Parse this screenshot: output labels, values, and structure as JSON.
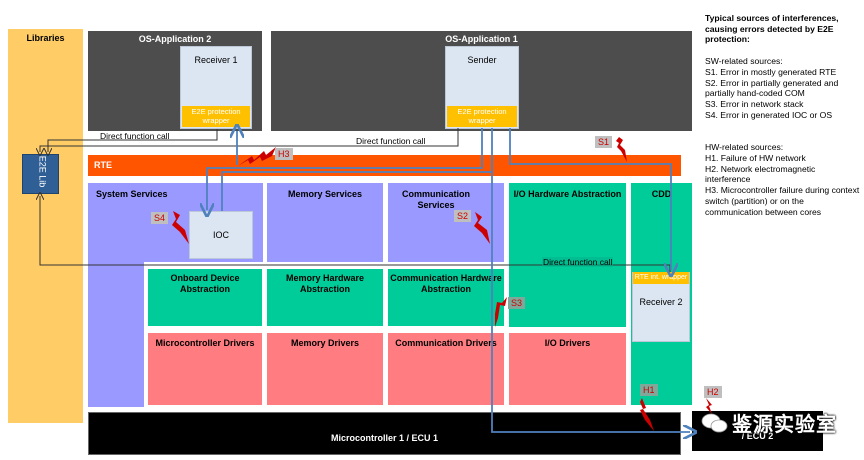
{
  "libraries": {
    "label": "Libraries"
  },
  "e2e_lib": {
    "label": "E2E Lib"
  },
  "os_application_2": {
    "label": "OS-Application 2",
    "receiver": {
      "label": "Receiver 1",
      "wrapper": "E2E protection wrapper"
    }
  },
  "os_application_1": {
    "label": "OS-Application 1",
    "sender": {
      "label": "Sender",
      "wrapper": "E2E protection wrapper"
    }
  },
  "rte": {
    "label": "RTE"
  },
  "services_layer": [
    {
      "label": "System Services"
    },
    {
      "label": "Memory Services"
    },
    {
      "label": "Communication Services"
    }
  ],
  "ioc": {
    "label": "IOC"
  },
  "io_hw_abstraction": {
    "label": "I/O Hardware Abstraction"
  },
  "cdd": {
    "label": "CDD",
    "wrapper": "RTE int. wrapper",
    "receiver": "Receiver 2"
  },
  "abstraction_layer": [
    {
      "label": "Onboard Device Abstraction"
    },
    {
      "label": "Memory Hardware Abstraction"
    },
    {
      "label": "Communication Hardware Abstraction"
    }
  ],
  "drivers_layer": [
    {
      "label": "Microcontroller Drivers"
    },
    {
      "label": "Memory Drivers"
    },
    {
      "label": "Communication Drivers"
    },
    {
      "label": "I/O Drivers"
    }
  ],
  "ecu1": {
    "label": "Microcontroller 1 / ECU 1"
  },
  "ecu2": {
    "label": "/ ECU 2"
  },
  "connections": {
    "direct_call_1": "Direct function call",
    "direct_call_2": "Direct function call",
    "direct_call_3": "Direct function call"
  },
  "fault_tags": {
    "s1": "S1",
    "s2": "S2",
    "s3": "S3",
    "s4": "S4",
    "h1": "H1",
    "h2": "H2",
    "h3": "H3"
  },
  "legend": {
    "title": "Typical sources of interferences, causing errors detected by E2E protection:",
    "sw_heading": "SW-related sources:",
    "sw_items": [
      "S1. Error in mostly generated RTE",
      "S2. Error in partially generated and partially hand-coded COM",
      "S3. Error in network stack",
      "S4. Error in generated IOC or OS"
    ],
    "hw_heading": "HW-related sources:",
    "hw_items": [
      "H1. Failure of HW network",
      "H2. Network electromagnetic interference",
      "H3. Microcontroller failure during context switch (partition) or on the communication between cores"
    ]
  },
  "watermark": {
    "text": "鉴源实验室"
  },
  "colors": {
    "libraries": "#FFCC66",
    "os_application": "#4D4D4D",
    "rte": "#FF5500",
    "services": "#9999FF",
    "abstraction": "#00CC99",
    "drivers": "#FF7C80",
    "wrapper": "#FFC000",
    "component": "#DCE6F2",
    "e2e_lib": "#2F5F95",
    "arrow": "#4F81BD",
    "fault": "#CC0000"
  }
}
